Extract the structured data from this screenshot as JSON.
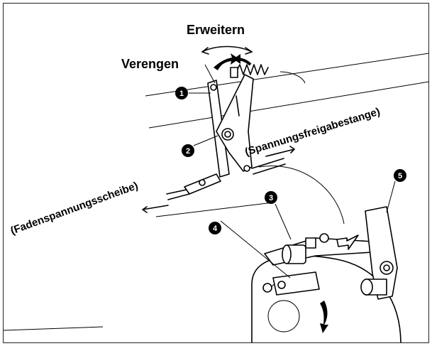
{
  "labels": {
    "widen": "Erweitern",
    "narrow": "Verengen",
    "release_rod": "(Spannungsfreigabestange)",
    "tension_disc": "(Fadenspannungsscheibe)"
  },
  "callouts": [
    "1",
    "2",
    "3",
    "4",
    "5"
  ],
  "colors": {
    "ink": "#000000",
    "paper": "#ffffff"
  }
}
